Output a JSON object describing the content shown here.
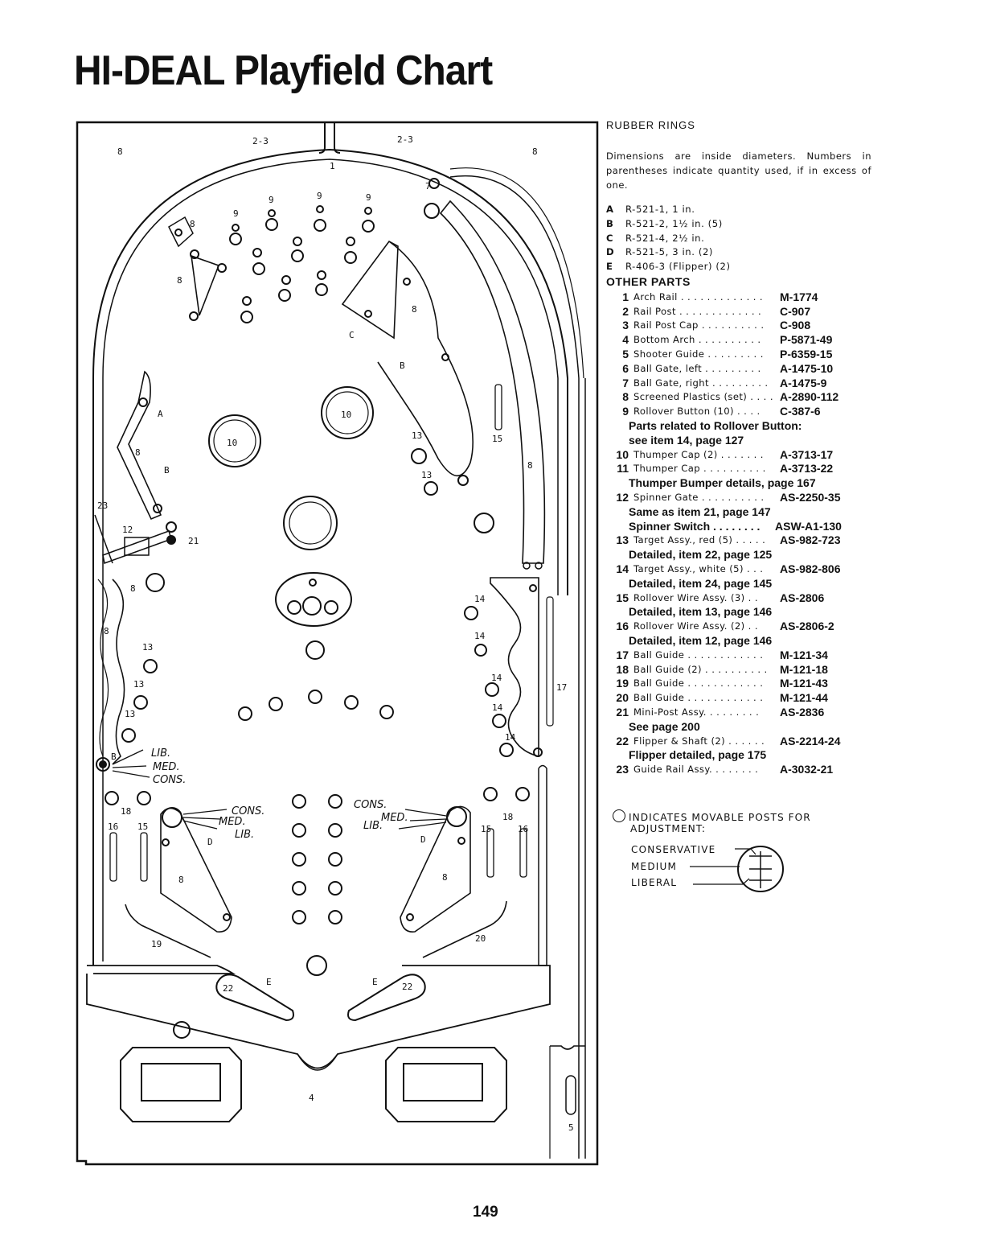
{
  "page": {
    "title": "HI-DEAL Playfield Chart",
    "page_number": "149"
  },
  "rubber_rings": {
    "heading": "RUBBER RINGS",
    "description": "Dimensions are inside diameters. Numbers in parentheses indicate quantity used, if in excess of one.",
    "items": [
      {
        "key": "A",
        "text": "R-521-1, 1 in."
      },
      {
        "key": "B",
        "text": "R-521-2, 1½ in. (5)"
      },
      {
        "key": "C",
        "text": "R-521-4, 2½ in."
      },
      {
        "key": "D",
        "text": "R-521-5, 3 in. (2)"
      },
      {
        "key": "E",
        "text": "R-406-3 (Flipper) (2)"
      }
    ]
  },
  "other_parts": {
    "heading": "OTHER PARTS",
    "items": [
      {
        "num": "1",
        "name": "Arch Rail . . . . . . . . . . . . .",
        "part": "M-1774"
      },
      {
        "num": "2",
        "name": "Rail Post . . . . . . . . . . . . .",
        "part": "C-907"
      },
      {
        "num": "3",
        "name": "Rail Post Cap . . . . . . . . . .",
        "part": "C-908"
      },
      {
        "num": "4",
        "name": "Bottom Arch . . . . . . . . . .",
        "part": "P-5871-49"
      },
      {
        "num": "5",
        "name": "Shooter Guide . . . . . . . . .",
        "part": "P-6359-15"
      },
      {
        "num": "6",
        "name": "Ball Gate, left . . . . . . . . .",
        "part": "A-1475-10"
      },
      {
        "num": "7",
        "name": "Ball Gate, right . . . . . . . . .",
        "part": "A-1475-9"
      },
      {
        "num": "8",
        "name": "Screened Plastics (set) . . . .",
        "part": "A-2890-112"
      },
      {
        "num": "9",
        "name": "Rollover Button (10) . . . .",
        "part": "C-387-6"
      },
      {
        "num": "10",
        "name": "Thumper Cap (2) . . . . . . .",
        "part": "A-3713-17"
      },
      {
        "num": "11",
        "name": "Thumper Cap . . . . . . . . . .",
        "part": "A-3713-22"
      },
      {
        "num": "12",
        "name": "Spinner Gate . . . . . . . . . .",
        "part": "AS-2250-35"
      },
      {
        "num": "13",
        "name": "Target Assy., red (5) . . . . .",
        "part": "AS-982-723"
      },
      {
        "num": "14",
        "name": "Target Assy., white (5) . . .",
        "part": "AS-982-806"
      },
      {
        "num": "15",
        "name": "Rollover Wire Assy. (3) . .",
        "part": "AS-2806"
      },
      {
        "num": "16",
        "name": "Rollover Wire Assy. (2) . .",
        "part": "AS-2806-2"
      },
      {
        "num": "17",
        "name": "Ball Guide . . . . . . . . . . . .",
        "part": "M-121-34"
      },
      {
        "num": "18",
        "name": "Ball Guide (2) . . . . . . . . . .",
        "part": "M-121-18"
      },
      {
        "num": "19",
        "name": "Ball Guide . . . . . . . . . . . .",
        "part": "M-121-43"
      },
      {
        "num": "20",
        "name": "Ball Guide . . . . . . . . . . . .",
        "part": "M-121-44"
      },
      {
        "num": "21",
        "name": "Mini-Post Assy. . . . . . . . .",
        "part": "AS-2836"
      },
      {
        "num": "22",
        "name": "Flipper & Shaft (2) . . . . . .",
        "part": "AS-2214-24"
      },
      {
        "num": "23",
        "name": "Guide Rail Assy. . . . . . . .",
        "part": "A-3032-21"
      }
    ],
    "notes": {
      "n9a": "Parts related to Rollover Button:",
      "n9b": "see item 14, page 127",
      "n11": "Thumper Bumper details, page 167",
      "n12a": "Same as item 21, page 147",
      "n12b_name": "Spinner Switch . . . . . . . .",
      "n12b_part": "ASW-A1-130",
      "n13": "Detailed, item 22, page 125",
      "n14": "Detailed, item 24, page 145",
      "n15": "Detailed, item 13, page 146",
      "n16": "Detailed, item 12, page 146",
      "n21": "See page 200",
      "n22": "Flipper detailed, page 175"
    }
  },
  "adjustment": {
    "line1": "INDICATES MOVABLE POSTS FOR",
    "line2": "ADJUSTMENT:",
    "conservative": "CONSERVATIVE",
    "medium": "MEDIUM",
    "liberal": "LIBERAL"
  },
  "playfield": {
    "labels": {
      "rail_post_left": "2-3",
      "rail_post_right": "2-3",
      "plastic": "8",
      "arch": "1",
      "gate": "7",
      "rollover": "9",
      "bumper_cap": "10",
      "ring_a": "A",
      "ring_b": "B",
      "ring_c": "C",
      "ring_d": "D",
      "ring_e": "E",
      "guide_rail": "23",
      "spinner": "12",
      "mini_post": "21",
      "target_red": "13",
      "target_white": "14",
      "rollover_wire": "15",
      "rollover_wire2": "16",
      "ball_guide_17": "17",
      "ball_guide_18": "18",
      "ball_guide_19": "19",
      "ball_guide_20": "20",
      "flipper": "22",
      "bottom_arch": "4",
      "shooter": "5",
      "lib": "LIB.",
      "med": "MED.",
      "cons": "CONS."
    }
  }
}
